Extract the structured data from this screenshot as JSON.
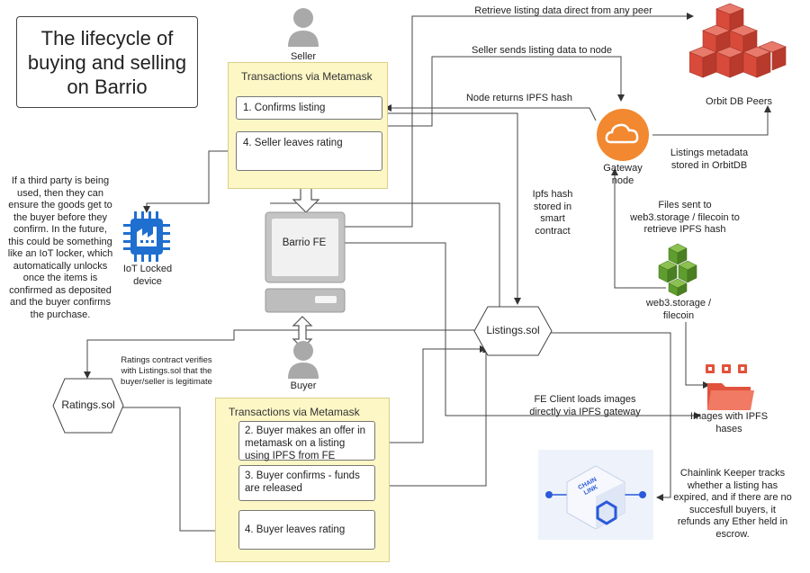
{
  "title": "The lifecycle of buying and selling on Barrio",
  "seller": {
    "label": "Seller",
    "panel_title": "Transactions via Metamask",
    "steps": [
      "1. Confirms listing",
      "4. Seller leaves rating"
    ]
  },
  "buyer": {
    "label": "Buyer",
    "panel_title": "Transactions via Metamask",
    "steps": [
      "2. Buyer makes an offer in metamask on a listing using IPFS from FE",
      "3. Buyer confirms - funds are released",
      "4. Buyer leaves rating"
    ]
  },
  "nodes": {
    "barrio_fe": "Barrio FE",
    "listings_sol": "Listings.sol",
    "ratings_sol": "Ratings.sol",
    "gateway": "Gateway node",
    "orbit_db": "Orbit DB Peers",
    "web3_storage": "web3.storage / filecoin",
    "iot": "IoT Locked device",
    "images": "Images with IPFS hases",
    "chainlink_logo": "CHAIN LINK"
  },
  "annotations": {
    "retrieve": "Retrieve listing data direct from any peer",
    "seller_sends": "Seller sends listing data to node",
    "node_returns": "Node returns IPFS hash",
    "listings_metadata": "Listings metadata stored in OrbitDB",
    "ipfs_hash_stored": "Ipfs hash stored in smart contract",
    "files_sent": "Files sent to web3.storage / filecoin to retrieve IPFS hash",
    "third_party": "If a third party is being used, then they can ensure the goods get to the buyer before they confirm. In the future, this could be something like an IoT locker, which automatically unlocks once the items is confirmed as deposited and the buyer confirms the purchase.",
    "ratings_verify": "Ratings contract verifies with Listings.sol that the buyer/seller is legitimate",
    "fe_client": "FE Client loads images directly via IPFS gateway",
    "chainlink_keeper": "Chainlink Keeper tracks whether a listing has expired, and if there are no succesfull buyers, it refunds any Ether held in escrow."
  },
  "colors": {
    "panel_fill": "#fdf7c6",
    "gateway_orange": "#f2882f",
    "orbit_red": "#d84b3a",
    "storage_green": "#5f9e2e",
    "iot_blue": "#1f6fd0",
    "images_red": "#e2523c",
    "chainlink_blue": "#2a5ada"
  }
}
